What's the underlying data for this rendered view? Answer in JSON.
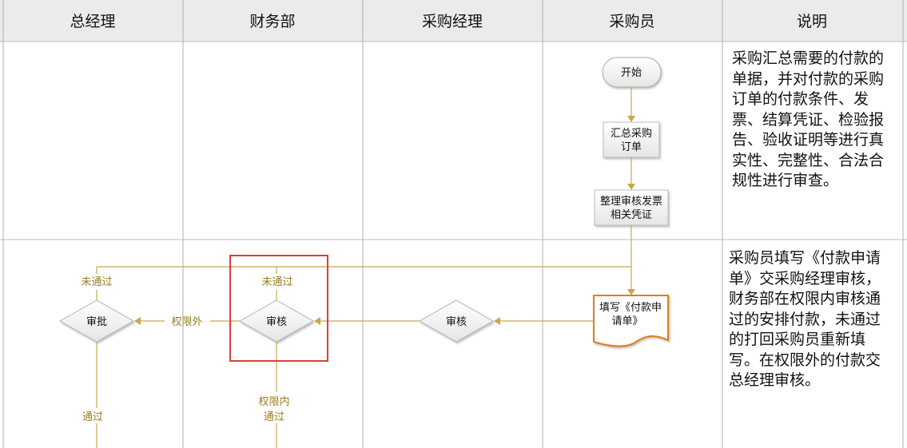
{
  "columns": [
    "总经理",
    "财务部",
    "采购经理",
    "采购员",
    "说明"
  ],
  "nodes": {
    "start": "开始",
    "summarize": [
      "汇总采购",
      "订单"
    ],
    "organize": [
      "整理审核发票",
      "相关凭证"
    ],
    "fill_form": [
      "填写《付款申",
      "请单》"
    ],
    "review_manager": "审核",
    "review_finance": "审核",
    "approve_gm": "审批"
  },
  "labels": {
    "fail_gm": "未通过",
    "fail_finance": "未通过",
    "beyond_authority": "权限外",
    "pass_gm": "通过",
    "within_authority_pass": [
      "权限内",
      "通过"
    ]
  },
  "descriptions": [
    "采购汇总需要的付款的单据，并对付款的采购订单的付款条件、发票、结算凭证、检验报告、验收证明等进行真实性、完整性、合法合规性进行审查。",
    "采购员填写《付款申请单》交采购经理审核，财务部在权限内审核通过的安排付款，未通过的打回采购员重新填写。在权限外的付款交总经理审核。"
  ],
  "colors": {
    "flow_line": "#c8a84a",
    "highlight": "#e03c3c",
    "doc_border": "#e07b1f",
    "header_bg": "#ebebeb"
  }
}
